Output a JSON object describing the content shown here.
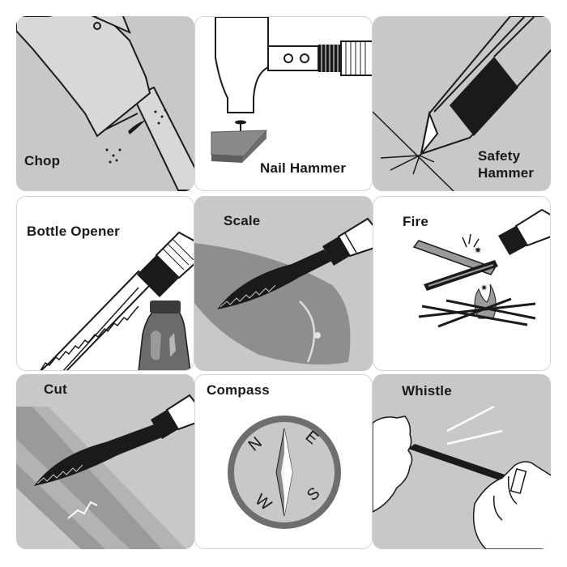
{
  "tiles": {
    "chop": {
      "label": "Chop"
    },
    "nail_hammer": {
      "label": "Nail Hammer"
    },
    "safety_hammer": {
      "line1": "Safety",
      "line2": "Hammer"
    },
    "bottle_opener": {
      "label": "Bottle Opener"
    },
    "scale": {
      "label": "Scale"
    },
    "fire": {
      "label": "Fire"
    },
    "cut": {
      "label": "Cut"
    },
    "compass": {
      "label": "Compass",
      "directions": {
        "n": "N",
        "e": "E",
        "s": "S",
        "w": "W"
      }
    },
    "whistle": {
      "label": "Whistle"
    }
  },
  "colors": {
    "tile_gray": "#c8c8c8",
    "tile_white": "#ffffff",
    "ink": "#1a1a1a",
    "mid_gray": "#9a9a9a"
  }
}
